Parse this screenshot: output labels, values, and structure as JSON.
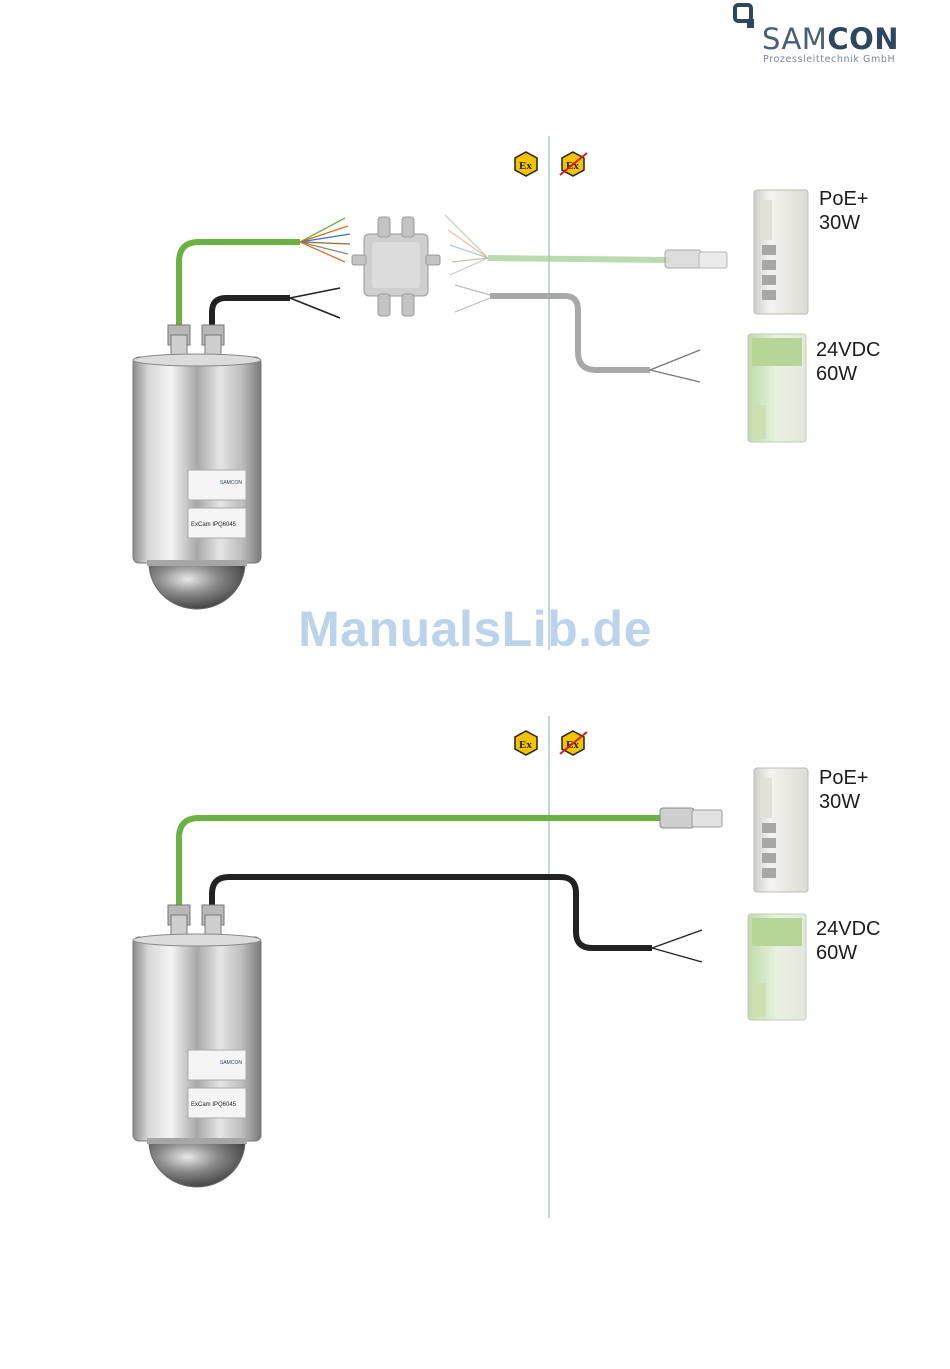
{
  "logo": {
    "brand_light": "SAM",
    "brand_bold": "CON",
    "subtitle": "Prozessleittechnik GmbH"
  },
  "watermark": "ManualsLib.de",
  "colors": {
    "green_cable": "#6bb144",
    "black_cable": "#222222",
    "zone_line": "#9fb7bd",
    "ex_yellow": "#f2c400",
    "logo_blue": "#2f4660"
  },
  "diagrams": [
    {
      "poe_label": [
        "PoE+",
        "30W"
      ],
      "power_label": [
        "24VDC",
        "60W"
      ],
      "camera_label": "ExCam IPQ6045",
      "camera_brand": "SAMCON"
    },
    {
      "poe_label": [
        "PoE+",
        "30W"
      ],
      "power_label": [
        "24VDC",
        "60W"
      ],
      "camera_label": "ExCam IPQ6045",
      "camera_brand": "SAMCON"
    }
  ]
}
